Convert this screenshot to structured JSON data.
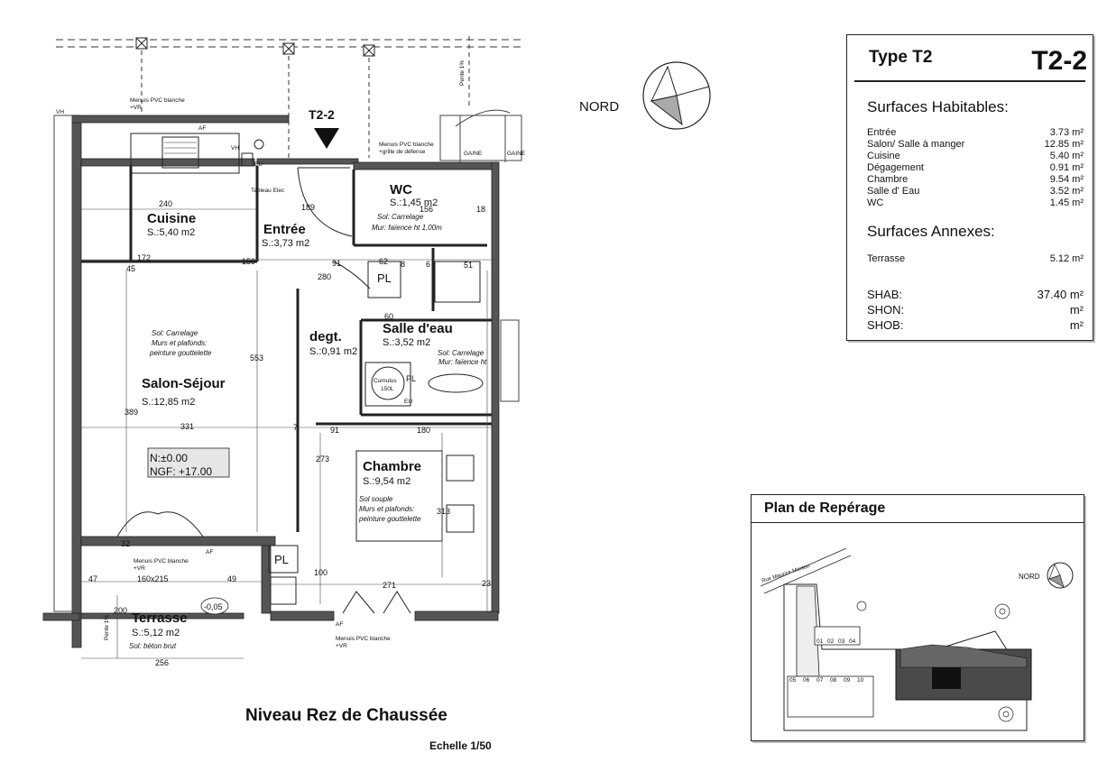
{
  "plan": {
    "title": "Niveau Rez de Chaussée",
    "scale": "Echelle 1/50",
    "marker": "T2-2",
    "north_label": "NORD",
    "rooms": [
      {
        "name": "Cuisine",
        "surface": "S.:5,40 m2"
      },
      {
        "name": "Entrée",
        "surface": "S.:3,73 m2"
      },
      {
        "name": "WC",
        "surface": "S.:1,45 m2"
      },
      {
        "name": "Salon-Séjour",
        "surface": "S.:12,85 m2"
      },
      {
        "name": "degt.",
        "surface": "S.:0,91 m2"
      },
      {
        "name": "Salle d'eau",
        "surface": "S.:3,52 m2"
      },
      {
        "name": "Chambre",
        "surface": "S.:9,54 m2"
      },
      {
        "name": "Terrasse",
        "surface": "S.:5,12 m2"
      }
    ],
    "notes": {
      "salon_finish": [
        "Sol: Carrelage",
        "Murs et plafonds:",
        "peinture gouttelette"
      ],
      "chambre_finish": [
        "Sol souple",
        "Murs et plafonds:",
        "peinture gouttelette"
      ],
      "wc_finish": [
        "Sol: Carrelage",
        "Mur: faïence ht 1,00m"
      ],
      "sde_finish": [
        "Sol: Carrelage",
        "Mur: faïence ht"
      ],
      "terrasse_finish": "Sol: béton brut",
      "menuis_top": [
        "Menuis PVC blanche",
        "+VR"
      ],
      "menuis_top2": [
        "Menuis PVC blanche",
        "+grille de défense"
      ],
      "menuis_bottom_left": [
        "Menuis PVC blanche",
        "+VR"
      ],
      "menuis_bottom_right": [
        "Menuis PVC blanche",
        "+VR"
      ],
      "tableau": "Tableau Elec",
      "cumulus": [
        "Cumulus",
        "150L"
      ],
      "levels": [
        "N:±0.00",
        "NGF: +17.00"
      ],
      "terrasse_level": "-0,05",
      "gaine1": "GAINE",
      "gaine2": "GAINE",
      "pente1": "Pente 1%",
      "pente2": "Pente 1%"
    },
    "dims": [
      "240",
      "189",
      "159",
      "172",
      "45",
      "280",
      "91",
      "553",
      "389",
      "331",
      "7",
      "91",
      "180",
      "273",
      "313",
      "100",
      "271",
      "47",
      "160x215",
      "49",
      "200",
      "256",
      "32",
      "156",
      "18",
      "62",
      "51",
      "60",
      "23",
      "8",
      "6"
    ],
    "fixtures": [
      "PL",
      "PL",
      "PL",
      "VH",
      "AF",
      "EU",
      "AF",
      "EU",
      "VH",
      "AF"
    ]
  },
  "summary": {
    "type": "Type T2",
    "code": "T2-2",
    "habitable_title": "Surfaces Habitables:",
    "habitable": [
      {
        "label": "Entrée",
        "value": "3.73",
        "unit": "m²"
      },
      {
        "label": "Salon/ Salle à manger",
        "value": "12.85",
        "unit": "m²"
      },
      {
        "label": "Cuisine",
        "value": "5.40",
        "unit": "m²"
      },
      {
        "label": "Dégagement",
        "value": "0.91",
        "unit": "m²"
      },
      {
        "label": "Chambre",
        "value": "9.54",
        "unit": "m²"
      },
      {
        "label": "Salle d' Eau",
        "value": "3.52",
        "unit": "m²"
      },
      {
        "label": "WC",
        "value": "1.45",
        "unit": "m²"
      }
    ],
    "annex_title": "Surfaces Annexes:",
    "annex": [
      {
        "label": "Terrasse",
        "value": "5.12",
        "unit": "m²"
      }
    ],
    "totals": [
      {
        "label": "SHAB:",
        "value": "37.40",
        "unit": "m²"
      },
      {
        "label": "SHON:",
        "value": "",
        "unit": "m²"
      },
      {
        "label": "SHOB:",
        "value": "",
        "unit": "m²"
      }
    ]
  },
  "locator": {
    "title": "Plan de Repérage",
    "street": "Rue Maurice Monton",
    "north_label": "NORD",
    "lots_top": [
      "01",
      "02",
      "03",
      "04"
    ],
    "lots_bottom": [
      "05",
      "06",
      "07",
      "08",
      "09",
      "10"
    ]
  }
}
